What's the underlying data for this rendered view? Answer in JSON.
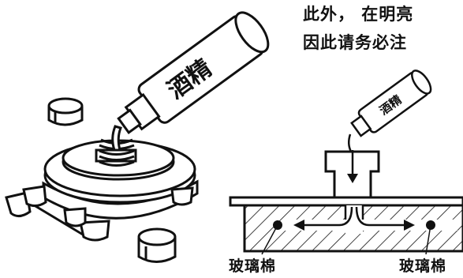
{
  "text": {
    "line1": "此外， 在明亮",
    "line2": "因此请务必注",
    "bottle_big_label": "酒精",
    "bottle_small_label": "酒精",
    "label_left": "玻璃棉",
    "label_right": "玻璃棉"
  }
}
